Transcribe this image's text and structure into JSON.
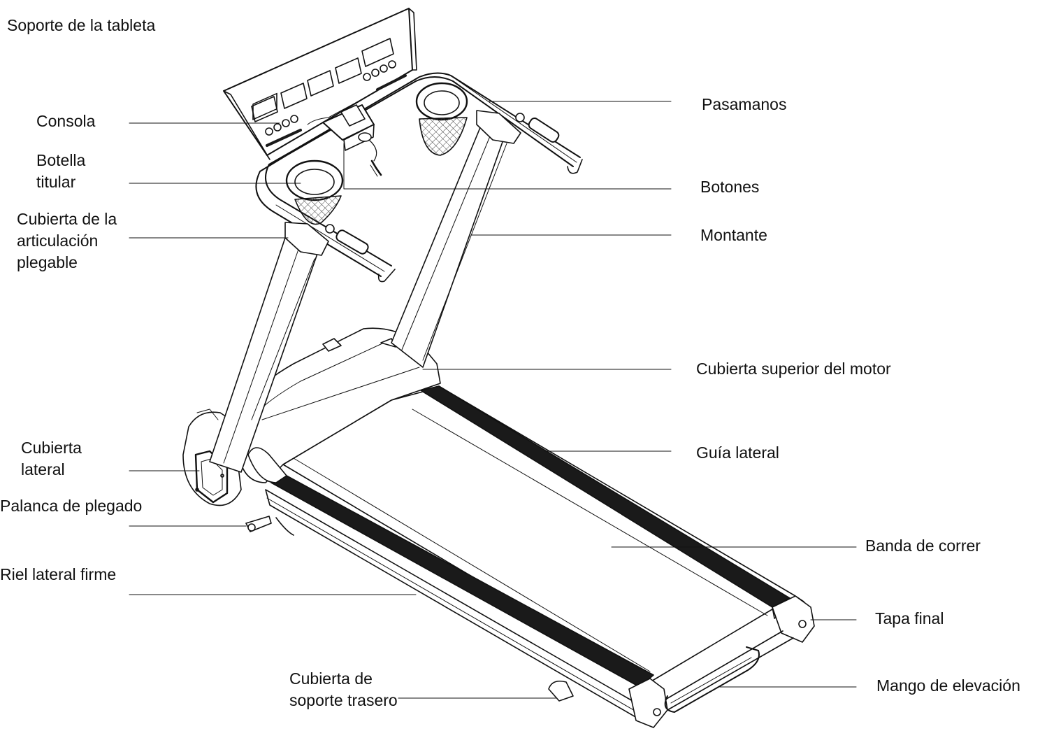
{
  "colors": {
    "ink": "#111111",
    "belt_black": "#1a1a1a",
    "mesh": "#444444",
    "background": "#ffffff"
  },
  "labels": {
    "tablet_holder": "Soporte de la tableta",
    "console": "Consola",
    "bottle_holder": "Botella\ntitular",
    "folding_joint_cover": "Cubierta de la\narticulación\nplegable",
    "side_cover": "Cubierta\nlateral",
    "folding_lever": "Palanca de plegado",
    "firm_side_rail": "Riel lateral firme",
    "rear_support_cover": "Cubierta de\nsoporte trasero",
    "handrails": "Pasamanos",
    "buttons": "Botones",
    "upright": "Montante",
    "motor_top_cover": "Cubierta superior del motor",
    "side_guide": "Guía lateral",
    "running_belt": "Banda de correr",
    "end_cap": "Tapa final",
    "lifting_handle": "Mango de elevación"
  }
}
